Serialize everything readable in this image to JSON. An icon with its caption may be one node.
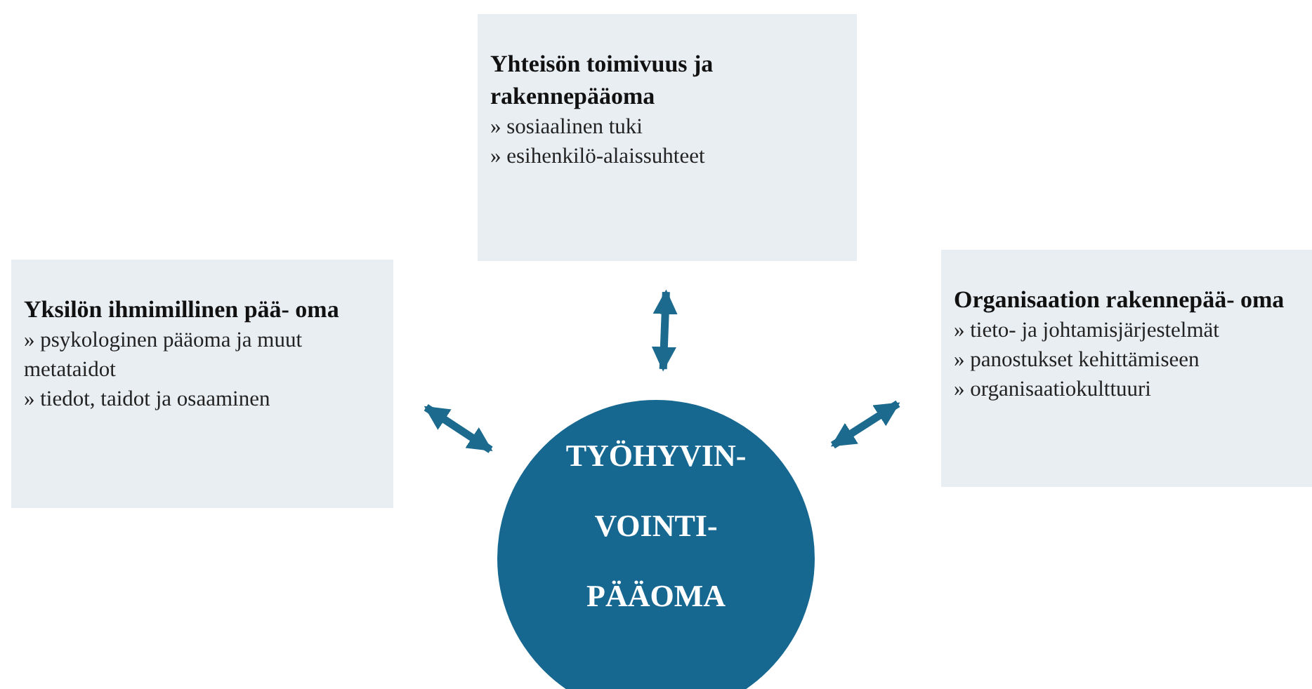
{
  "diagram": {
    "nodes": [
      {
        "text": [
          "Yhteisön toimivuus ja rakennepääoma",
          "» sosiaalinen tuki",
          "» esihenkilö-alaissuhteet"
        ]
      },
      {
        "text": [
          "Yksilön ihmimillinen pää- oma",
          "» psykologinen pääoma ja muut metataidot",
          "» tiedot, taidot ja osaaminen"
        ]
      },
      {
        "text": [
          "Organisaation rakennepää- oma",
          "» tieto- ja johtamisjärjestelmät",
          "» panostukset kehittämiseen",
          "» organisaatiokulttuuri"
        ]
      },
      {
        "text": [
          "TYÖHYVIN- VOINTI- PÄÄOMA"
        ]
      }
    ],
    "edges": [
      {
        "from": 3,
        "to": 0,
        "arrow": "both"
      },
      {
        "from": 3,
        "to": 1,
        "arrow": "both"
      },
      {
        "from": 3,
        "to": 2,
        "arrow": "both"
      }
    ]
  }
}
